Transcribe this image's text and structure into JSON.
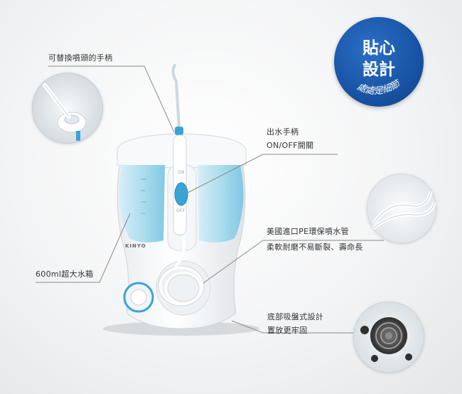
{
  "badge": {
    "line1": "貼心",
    "line2": "設計",
    "arc_text": "處處是細節"
  },
  "callouts": {
    "handle": "可替換噴頭的手柄",
    "switch_line1": "出水手柄",
    "switch_line2": "ON/OFF開關",
    "hose_line1": "美國進口PE環保噴水管",
    "hose_line2": "柔軟耐磨不易斷裂、壽命長",
    "tank": "600ml超大水箱",
    "base_line1": "底部吸盤式設計",
    "base_line2": "置放更牢固"
  },
  "device": {
    "brand": "KINYO",
    "switch_on": "ON",
    "switch_off": "OFF"
  },
  "colors": {
    "badge_blue": "#164f9e",
    "water_blue": "#9fd6ea",
    "accent_blue": "#3aa3d6",
    "leader_line": "#8a8a8a"
  }
}
